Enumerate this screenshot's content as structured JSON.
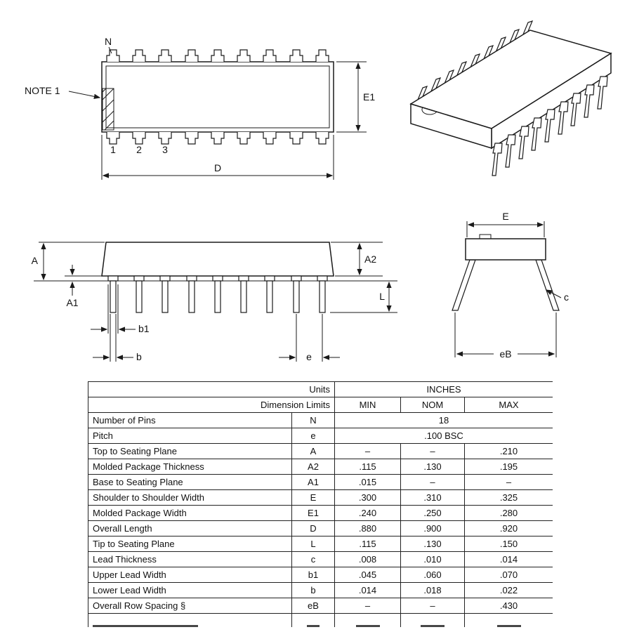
{
  "labels": {
    "top_view": {
      "n": "N",
      "note1": "NOTE 1",
      "pin1": "1",
      "pin2": "2",
      "pin3": "3",
      "d": "D",
      "e1": "E1"
    },
    "side_view": {
      "a": "A",
      "a1": "A1",
      "a2": "A2",
      "l": "L",
      "b1": "b1",
      "b": "b",
      "e": "e"
    },
    "end_view": {
      "e": "E",
      "c": "c",
      "eb": "eB"
    }
  },
  "table": {
    "header": {
      "units": "Units",
      "inches": "INCHES",
      "dimension_limits": "Dimension Limits",
      "min": "MIN",
      "nom": "NOM",
      "max": "MAX"
    },
    "span_rows": [
      {
        "name": "Number of Pins",
        "symbol": "N",
        "value": "18"
      },
      {
        "name": "Pitch",
        "symbol": "e",
        "value": ".100 BSC"
      }
    ],
    "rows": [
      {
        "name": "Top to Seating Plane",
        "symbol": "A",
        "min": "–",
        "nom": "–",
        "max": ".210"
      },
      {
        "name": "Molded Package Thickness",
        "symbol": "A2",
        "min": ".115",
        "nom": ".130",
        "max": ".195"
      },
      {
        "name": "Base to Seating Plane",
        "symbol": "A1",
        "min": ".015",
        "nom": "–",
        "max": "–"
      },
      {
        "name": "Shoulder to Shoulder Width",
        "symbol": "E",
        "min": ".300",
        "nom": ".310",
        "max": ".325"
      },
      {
        "name": "Molded Package Width",
        "symbol": "E1",
        "min": ".240",
        "nom": ".250",
        "max": ".280"
      },
      {
        "name": "Overall Length",
        "symbol": "D",
        "min": ".880",
        "nom": ".900",
        "max": ".920"
      },
      {
        "name": "Tip to Seating Plane",
        "symbol": "L",
        "min": ".115",
        "nom": ".130",
        "max": ".150"
      },
      {
        "name": "Lead Thickness",
        "symbol": "c",
        "min": ".008",
        "nom": ".010",
        "max": ".014"
      },
      {
        "name": "Upper Lead Width",
        "symbol": "b1",
        "min": ".045",
        "nom": ".060",
        "max": ".070"
      },
      {
        "name": "Lower Lead Width",
        "symbol": "b",
        "min": ".014",
        "nom": ".018",
        "max": ".022"
      },
      {
        "name": "Overall Row Spacing §",
        "symbol": "eB",
        "min": "–",
        "nom": "–",
        "max": ".430"
      }
    ]
  }
}
